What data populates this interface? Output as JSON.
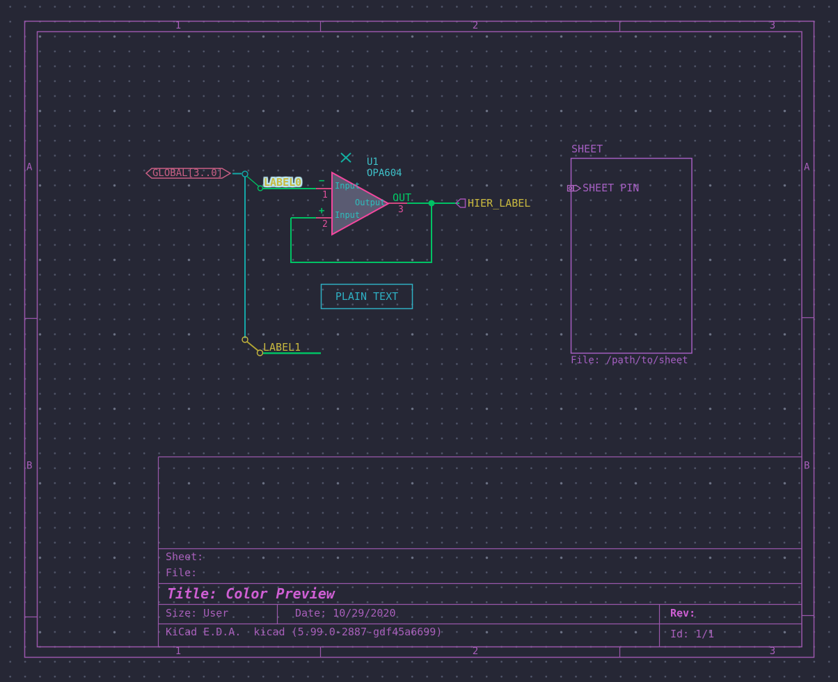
{
  "colors": {
    "background": "#262735",
    "grid_dot": "#51566a",
    "frame": "#9a57ab",
    "title_block_text": "#a85fba",
    "title_accent": "#cf5fd4",
    "wire": "#00c264",
    "bus": "#14a8a8",
    "label_text": "#c9b93f",
    "label_highlight": "#bfe9f2",
    "component_outline": "#f4479e",
    "component_fill": "#5a5b72",
    "pin": "#d1497f",
    "pin_number": "#e0509d",
    "pin_name": "#2ebdbd",
    "reference_text": "#3ec1c9",
    "sheet": "#a55fc2",
    "hier_label_shape": "#a352b5",
    "global_label": "#c95f84",
    "plain_text": "#2fb0c4"
  },
  "frame": {
    "columns": [
      "1",
      "2",
      "3"
    ],
    "rows": [
      "A",
      "B"
    ]
  },
  "title_block": {
    "sheet": "Sheet:",
    "file": "File:",
    "title": "Title: Color Preview",
    "size": "Size: User",
    "date": "Date: 10/29/2020",
    "rev": "Rev:",
    "generator": "KiCad E.D.A.  kicad (5.99.0-2887-gdf45a6699)",
    "page_id": "Id: 1/1"
  },
  "schematic": {
    "global_label": "GLOBAL[3..0]",
    "label0": "LABEL0",
    "label1": "LABEL1",
    "hier_label": "HIER_LABEL",
    "plain_text": "PLAIN TEXT",
    "out_net": "OUT",
    "component": {
      "reference": "U1",
      "value": "OPA604",
      "pin1_number": "1",
      "pin1_name": "Input",
      "pin1_sign": "−",
      "pin2_number": "2",
      "pin2_name": "Input",
      "pin2_sign": "+",
      "pin3_number": "3",
      "pin3_name": "Output"
    },
    "sheet": {
      "name": "SHEET",
      "pin": "SHEET PIN",
      "file": "File: /path/to/sheet"
    }
  }
}
